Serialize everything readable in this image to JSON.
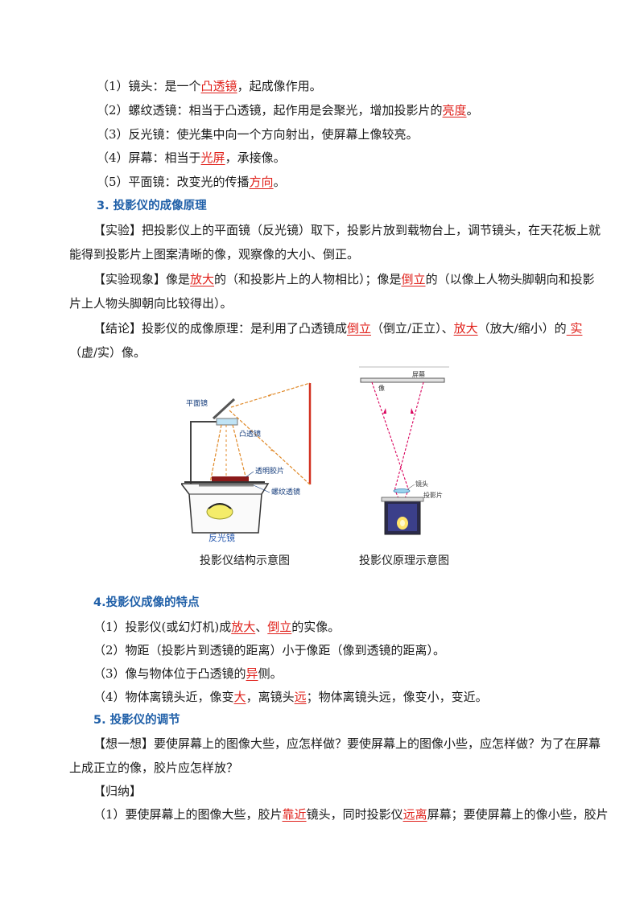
{
  "l1": {
    "a": "（1）镜头：是一个",
    "b": "凸透镜",
    "c": "，起成像作用。"
  },
  "l2": {
    "a": "（2）螺纹透镜：相当于凸透镜，起作用是会聚光，增加投影片的",
    "b": "亮度",
    "c": "。"
  },
  "l3": {
    "a": "（3）反光镜：使光集中向一个方向射出，使屏幕上像较亮。"
  },
  "l4": {
    "a": "（4）屏幕：相当于",
    "b": "光屏",
    "c": "，承接像。"
  },
  "l5": {
    "a": "（5）平面镜：改变光的传播",
    "b": "方向",
    "c": "。"
  },
  "h3": "3.  投影仪的成像原理",
  "p1": {
    "a": "【实验】把投影仪上的平面镜（反光镜）取下，投影片放到载物台上，调节镜头，在天花板上就",
    "b": "能得到投影片上图案清晰的像，观察像的大小、倒正。"
  },
  "p2": {
    "a": "【实验现象】像是",
    "b": "放大",
    "c": "的（和投影片上的人物相比）；像是",
    "d": "倒立",
    "e": "的（以像上人物头脚朝向和投影",
    "f": "片上人物头脚朝向比较得出）。"
  },
  "p3": {
    "a": "【结论】投影仪的成像原理：是利用了凸透镜成",
    "b": "倒立",
    "c": "（倒立/正立）、",
    "d": "放大",
    "e": "（放大/缩小）的",
    "f": " 实 ",
    "g": "（虚/实）像。"
  },
  "fig1": {
    "caption": "投影仪结构示意图",
    "labels": {
      "mirror": "平面镜",
      "lens": "凸透镜",
      "film": "透明胶片",
      "fresnel": "螺纹透镜",
      "reflector": "反光镜"
    }
  },
  "fig2": {
    "caption": "投影仪原理示意图",
    "labels": {
      "screen": "屏幕",
      "image": "像",
      "lens": "镜头",
      "slide": "投影片"
    }
  },
  "h4": "4.投影仪成像的特点",
  "q1": {
    "a": "（1）投影仪(或幻灯机)成",
    "b": "放大",
    "c": "、",
    "d": "倒立",
    "e": "的实像。"
  },
  "q2": {
    "a": "（2）物距（投影片到透镜的距离）小于像距（像到透镜的距离）。"
  },
  "q3": {
    "a": "（3）像与物体位于凸透镜的",
    "b": "异",
    "c": "侧。"
  },
  "q4": {
    "a": "（4）物体离镜头近，像变",
    "b": "大",
    "c": "，离镜头",
    "d": "远",
    "e": "；物体离镜头远，像变小，变近。"
  },
  "h5": "5.  投影仪的调节",
  "r1": {
    "a": "【想一想】要使屏幕上的图像大些，应怎样做？要使屏幕上的图像小些，应怎样做？为了在屏幕",
    "b": "上成正立的像，胶片应怎样放？"
  },
  "r2": "【归纳】",
  "r3": {
    "a": "（1）要使屏幕上的图像大些，胶片",
    "b": "靠近",
    "c": "镜头，同时投影仪",
    "d": "远离",
    "e": "屏幕；要使屏幕上的像小些，胶片"
  },
  "colors": {
    "answer": "#e0211b",
    "heading": "#1f5fa8",
    "ray_orange": "#e08a2a",
    "ray_red": "#d9005b"
  }
}
